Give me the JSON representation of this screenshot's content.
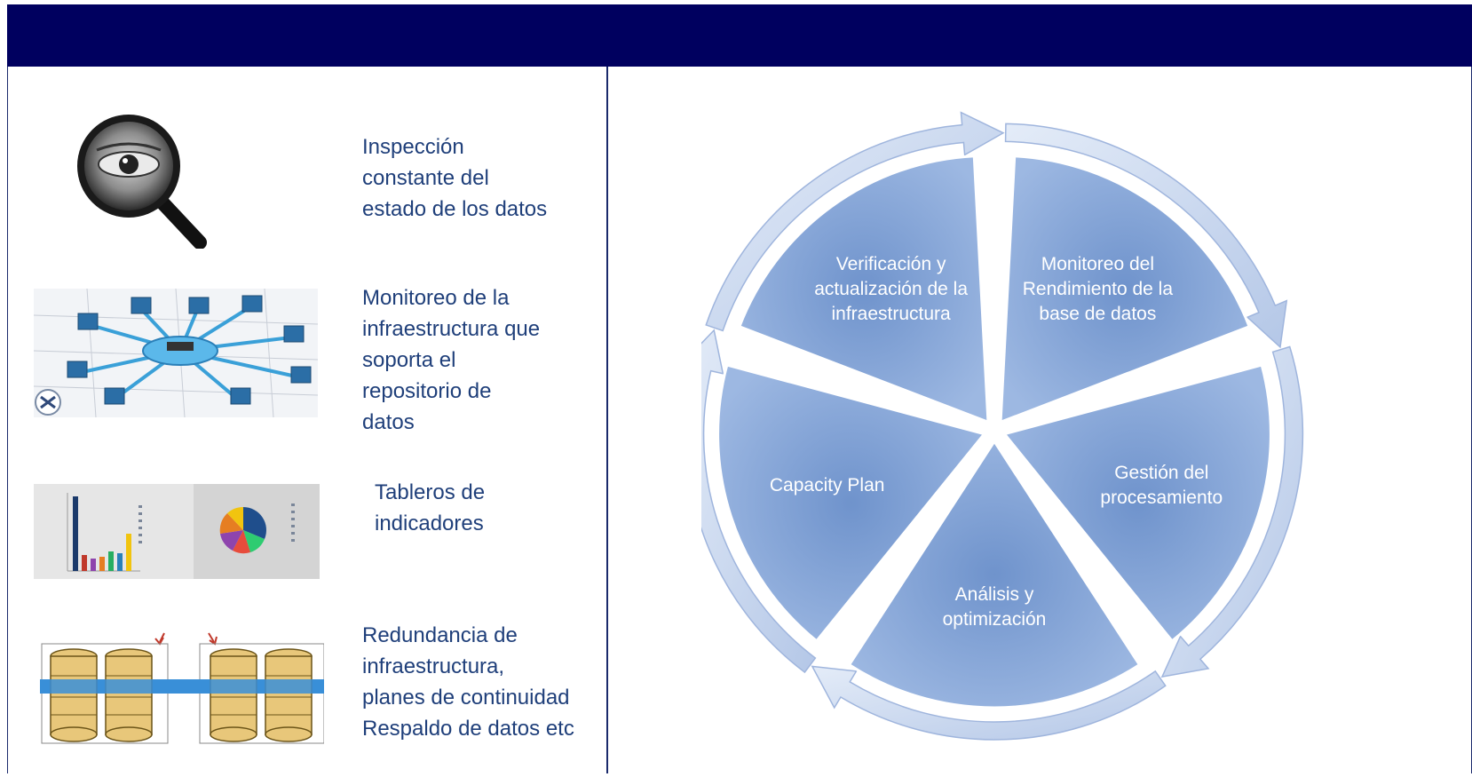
{
  "left_panel": {
    "items": [
      {
        "icon": "magnifier-icon",
        "text": "Inspección constante del estado de los datos",
        "lines": [
          "Inspección",
          "constante del",
          "estado de los datos"
        ]
      },
      {
        "icon": "network-diagram-icon",
        "text": "Monitoreo de la infraestructura que soporta el repositorio de datos",
        "lines": [
          "Monitoreo de la",
          "infraestructura que",
          "soporta el",
          "repositorio de",
          "datos"
        ]
      },
      {
        "icon": "dashboard-charts-icon",
        "text": "Tableros de indicadores",
        "lines": [
          "Tableros de",
          "indicadores"
        ]
      },
      {
        "icon": "redundant-disks-icon",
        "text": "Redundancia de infraestructura, planes de continuidad Respaldo de datos etc",
        "lines": [
          "Redundancia de",
          "infraestructura,",
          "planes de continuidad",
          "Respaldo de datos etc"
        ]
      }
    ]
  },
  "cycle": {
    "segments": [
      {
        "label": "Verificación y actualización de la infraestructura",
        "lines": [
          "Verificación y",
          "actualización de la",
          "infraestructura"
        ]
      },
      {
        "label": "Monitoreo del Rendimiento de la base de datos",
        "lines": [
          "Monitoreo del",
          "Rendimiento de la",
          "base de datos"
        ]
      },
      {
        "label": "Gestión del procesamiento",
        "lines": [
          "Gestión del",
          "procesamiento"
        ]
      },
      {
        "label": "Análisis y optimización",
        "lines": [
          "Análisis y",
          "optimización"
        ]
      },
      {
        "label": "Capacity Plan",
        "lines": [
          "Capacity Plan"
        ]
      }
    ],
    "colors": {
      "segment_fill": "#8aa8d8",
      "arrow_fill": "#c6d4ec",
      "arrow_stroke": "#9fb5dd",
      "header": "#00005f",
      "text": "#1f3f7a"
    }
  }
}
